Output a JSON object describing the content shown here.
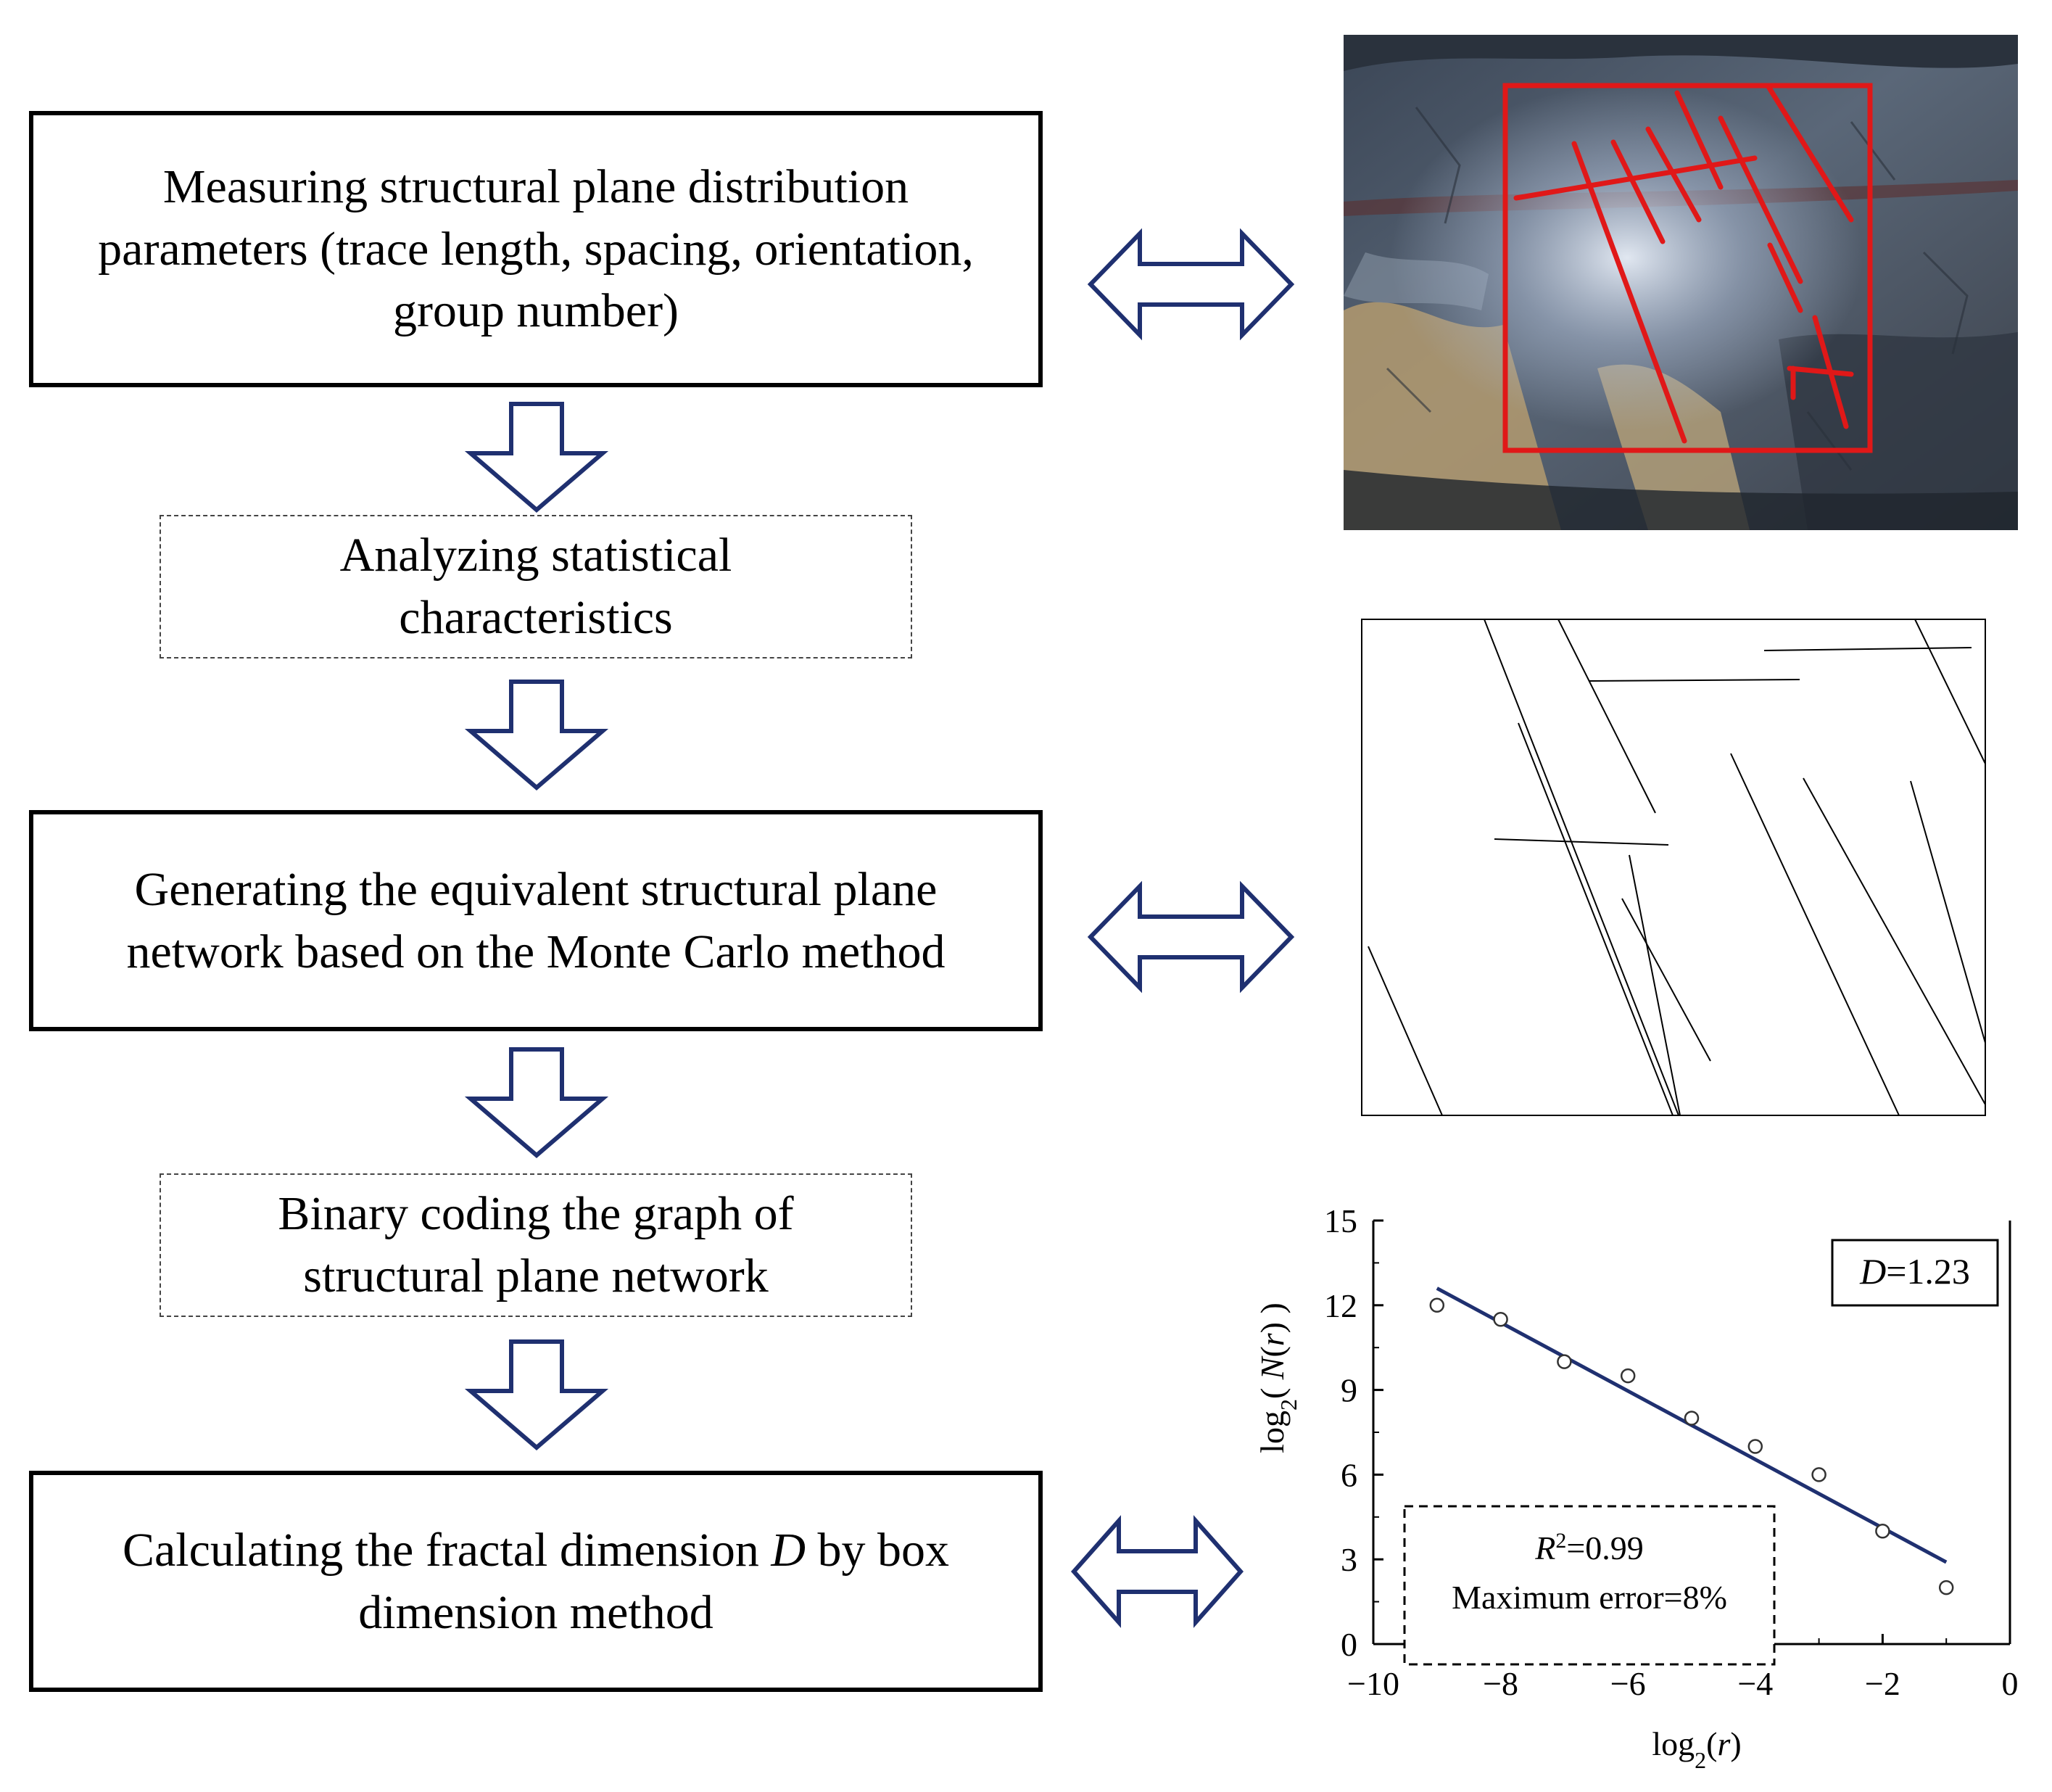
{
  "flow": {
    "step1": {
      "lines": [
        "Measuring structural plane distribution",
        "parameters (trace length, spacing, orientation,",
        "group number)"
      ]
    },
    "step2": {
      "lines": [
        "Analyzing statistical",
        "characteristics"
      ]
    },
    "step3": {
      "lines": [
        "Generating the equivalent structural plane",
        "network based on the Monte Carlo method"
      ]
    },
    "step4": {
      "lines": [
        "Binary coding the graph of",
        "structural plane network"
      ]
    },
    "step5": {
      "line1_pre": "Calculating the fractal dimension ",
      "line1_var": "D",
      "line1_post": " by box",
      "line2": "dimension method"
    }
  },
  "colors": {
    "arrow": "#1f3070",
    "fit_line": "#1f3070",
    "trace_lines": "#e01818",
    "photo_rock": "#4a5566"
  },
  "icons": {
    "down_arrow": "hollow-down-arrow-icon",
    "double_arrow": "hollow-double-arrow-icon"
  },
  "chart_data": {
    "type": "scatter",
    "x": [
      -9,
      -8,
      -7,
      -6,
      -5,
      -4,
      -3,
      -2,
      -1
    ],
    "y": [
      12,
      11.5,
      10,
      9.5,
      8,
      7,
      6,
      4,
      2
    ],
    "fit": {
      "x": [
        -9,
        -1
      ],
      "y": [
        12.6,
        2.9
      ]
    },
    "xlim": [
      -10,
      0
    ],
    "ylim": [
      0,
      15
    ],
    "xticks": [
      "−10",
      "−8",
      "−6",
      "−4",
      "−2",
      "0"
    ],
    "xtick_values": [
      -10,
      -8,
      -6,
      -4,
      -2,
      0
    ],
    "yticks": [
      "0",
      "3",
      "6",
      "9",
      "12",
      "15"
    ],
    "ytick_values": [
      0,
      3,
      6,
      9,
      12,
      15
    ],
    "xlabel": {
      "pre": "log",
      "sub": "2",
      "post_open": "(",
      "var": "r",
      "post_close": ")"
    },
    "ylabel": {
      "pre": "log",
      "sub": "2",
      "post_open": "( ",
      "var": "N",
      "mid": "(",
      "var2": "r",
      "post_close": ") )"
    },
    "annotation_D": {
      "var": "D",
      "text": "=1.23"
    },
    "annotation_R2": {
      "var": "R",
      "sup": "2",
      "text": "=0.99"
    },
    "annotation_err": "Maximum  error=8%",
    "grid": false
  }
}
